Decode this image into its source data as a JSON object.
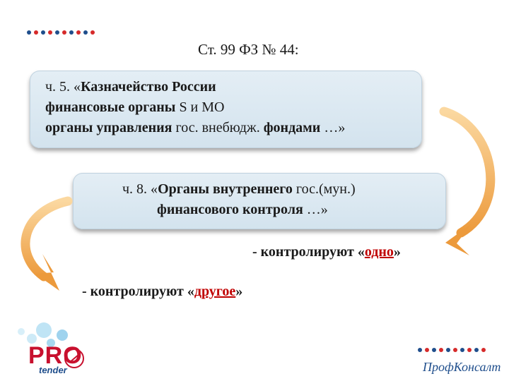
{
  "header": {
    "title": "Ст. 99 ФЗ № 44:"
  },
  "box1": {
    "line1_normal": "ч. 5. «",
    "line1_bold": "Казначейство России",
    "line2_bold": "финансовые  органы",
    "line2_normal": " S и МО",
    "line3_bold1": "органы управления",
    "line3_normal": " гос. внебюдж. ",
    "line3_bold2": "фондами",
    "line3_tail": " …»"
  },
  "box2": {
    "line1_normal1": "ч. 8. «",
    "line1_bold": "Органы внутреннего",
    "line1_normal2": " гос.(мун.)",
    "line2_bold": "финансового контроля",
    "line2_tail": " …»"
  },
  "statement1": {
    "prefix": "- контролируют  «",
    "key": "одно",
    "suffix": "»"
  },
  "statement2": {
    "prefix": "- контролируют «",
    "key": "другое",
    "suffix": "»"
  },
  "logo": {
    "main": "PRO",
    "sub": "tender"
  },
  "brand": {
    "name": "ПрофКонсалт"
  },
  "colors": {
    "accent_red": "#c00000",
    "dot_blue": "#1f4e8c",
    "dot_red": "#d62a2a",
    "arrow_orange": "#f0a64a",
    "box_fill": "#dce8f0"
  }
}
